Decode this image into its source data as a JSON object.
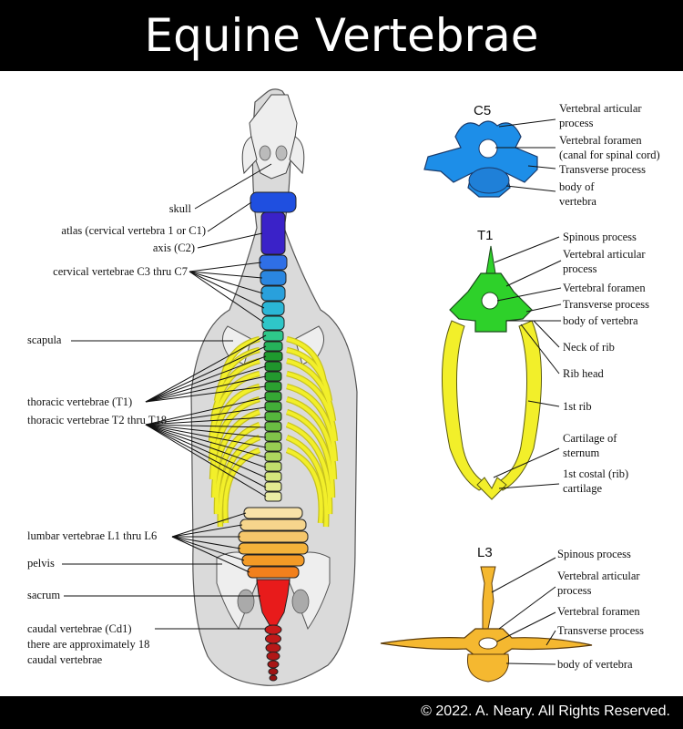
{
  "title": "Equine Vertebrae",
  "copyright": "© 2022. A. Neary. All Rights Reserved.",
  "left_labels": {
    "skull": "skull",
    "atlas": "atlas (cervical vertebra 1 or C1)",
    "axis": "axis (C2)",
    "cervical": "cervical vertebrae C3 thru C7",
    "scapula": "scapula",
    "thoracic_t1": "thoracic vertebrae (T1)",
    "thoracic_t2_t18": "thoracic vertebrae T2 thru T18",
    "lumbar": "lumbar vertebrae L1 thru L6",
    "pelvis": "pelvis",
    "sacrum": "sacrum",
    "caudal_1": "caudal vertebrae (Cd1)",
    "caudal_2": "there are approximately 18",
    "caudal_3": "caudal vertebrae"
  },
  "c5": {
    "name": "C5",
    "labels": {
      "articular_1": "Vertebral articular",
      "articular_2": "process",
      "foramen_1": "Vertebral foramen",
      "foramen_2": "(canal for spinal cord)",
      "transverse": "Transverse process",
      "body_1": "body of",
      "body_2": "vertebra"
    }
  },
  "t1": {
    "name": "T1",
    "labels": {
      "spinous": "Spinous process",
      "articular_1": "Vertebral articular",
      "articular_2": "process",
      "foramen": "Vertebral foramen",
      "transverse": "Transverse process",
      "body": "body of vertebra",
      "neck_of_rib": "Neck of rib",
      "rib_head": "Rib head",
      "first_rib": "1st rib",
      "cartilage_sternum_1": "Cartilage of",
      "cartilage_sternum_2": "sternum",
      "costal_1": "1st costal (rib)",
      "costal_2": "cartilage"
    }
  },
  "l3": {
    "name": "L3",
    "labels": {
      "spinous": "Spinous process",
      "articular_1": "Vertebral articular",
      "articular_2": "process",
      "foramen": "Vertebral foramen",
      "transverse": "Transverse process",
      "body": "body of vertebra"
    }
  },
  "colors": {
    "atlas": "#1f4fe0",
    "axis": "#3a22c8",
    "cervical": "#2a8ad8",
    "thoracic": "#1e9a2e",
    "rib": "#f2ef2a",
    "lumbar": "#f4b23a",
    "sacrum": "#e81b1b",
    "caudal": "#b51818",
    "c5": "#1d8ee8",
    "t1": "#2ed12a",
    "l3": "#f5b830",
    "silhouette": "#dadada"
  }
}
